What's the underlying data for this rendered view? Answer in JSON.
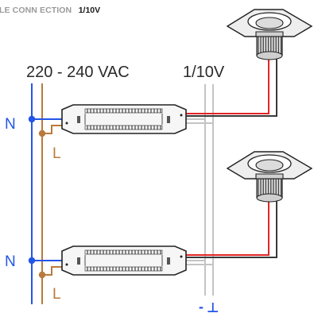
{
  "header": {
    "prefix": "LE CONN ECTION",
    "suffix": "1/10V"
  },
  "labels": {
    "mains_voltage": "220 - 240 VAC",
    "dim_signal": "1/10V",
    "neutral_top": "N",
    "live_top": "L",
    "neutral_bottom": "N",
    "live_bottom": "L",
    "minus": "-",
    "ground_symbol": "⊥"
  },
  "colors": {
    "neutral": "#2255e8",
    "live": "#b97a3a",
    "control": "#c4c4c4",
    "output_positive": "#e42525",
    "output_negative": "#3a3a3a",
    "driver_body": "#f6f6f6",
    "driver_outline": "#222222"
  },
  "components": {
    "drivers": [
      "driver-top",
      "driver-bottom"
    ],
    "lamps": [
      "downlight-top",
      "downlight-bottom"
    ]
  }
}
